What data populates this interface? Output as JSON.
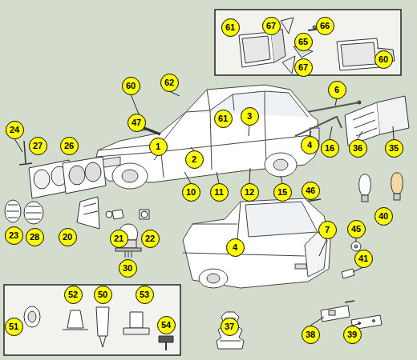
{
  "diagram": {
    "nodes": [
      {
        "text": [
          "61"
        ]
      },
      {
        "text": [
          "67"
        ]
      },
      {
        "text": [
          "66"
        ]
      },
      {
        "text": [
          "65"
        ]
      },
      {
        "text": [
          "60"
        ]
      },
      {
        "text": [
          "67"
        ]
      },
      {
        "text": [
          "62"
        ]
      },
      {
        "text": [
          "60"
        ]
      },
      {
        "text": [
          "6"
        ]
      },
      {
        "text": [
          "3"
        ]
      },
      {
        "text": [
          "61"
        ]
      },
      {
        "text": [
          "47"
        ]
      },
      {
        "text": [
          "24"
        ]
      },
      {
        "text": [
          "4"
        ]
      },
      {
        "text": [
          "27"
        ]
      },
      {
        "text": [
          "26"
        ]
      },
      {
        "text": [
          "1"
        ]
      },
      {
        "text": [
          "16"
        ]
      },
      {
        "text": [
          "36"
        ]
      },
      {
        "text": [
          "35"
        ]
      },
      {
        "text": [
          "2"
        ]
      },
      {
        "text": [
          "46"
        ]
      },
      {
        "text": [
          "10"
        ]
      },
      {
        "text": [
          "11"
        ]
      },
      {
        "text": [
          "12"
        ]
      },
      {
        "text": [
          "15"
        ]
      },
      {
        "text": [
          "40"
        ]
      },
      {
        "text": [
          "45"
        ]
      },
      {
        "text": [
          "7"
        ]
      },
      {
        "text": [
          "23"
        ]
      },
      {
        "text": [
          "28"
        ]
      },
      {
        "text": [
          "20"
        ]
      },
      {
        "text": [
          "21"
        ]
      },
      {
        "text": [
          "22"
        ]
      },
      {
        "text": [
          "4"
        ]
      },
      {
        "text": [
          "41"
        ]
      },
      {
        "text": [
          "30"
        ]
      },
      {
        "text": [
          "52"
        ]
      },
      {
        "text": [
          "50"
        ]
      },
      {
        "text": [
          "53"
        ]
      },
      {
        "text": [
          "54"
        ]
      },
      {
        "text": [
          "51"
        ]
      },
      {
        "text": [
          "37"
        ]
      },
      {
        "text": [
          "38"
        ]
      },
      {
        "text": [
          "39"
        ]
      }
    ]
  }
}
